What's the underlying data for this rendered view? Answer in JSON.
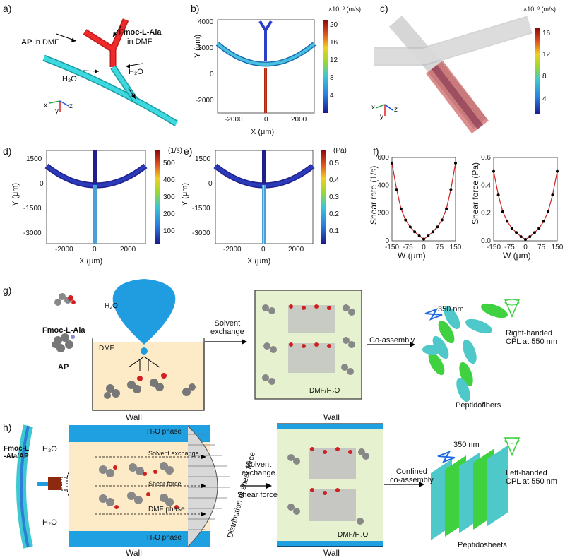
{
  "panels": {
    "a": {
      "label": "a)",
      "ap": "AP",
      "ap_suffix": " in DMF",
      "fmoc": "Fmoc-L-Ala",
      "fmoc_suffix": "in DMF",
      "h2o1": "H₂O",
      "h2o2": "H₂O",
      "ax_x": "x",
      "ax_y": "y",
      "ax_z": "z"
    },
    "b": {
      "label": "b)",
      "unit": "×10⁻³ (m/s)",
      "ylabel": "Y (μm)",
      "xlabel": "X (μm)",
      "yticks": [
        "4000",
        "2000",
        "0",
        "-2000"
      ],
      "xticks": [
        "-2000",
        "0",
        "2000"
      ],
      "cticks": [
        "20",
        "16",
        "12",
        "8",
        "4"
      ]
    },
    "c": {
      "label": "c)",
      "unit": "×10⁻³ (m/s)",
      "cticks": [
        "16",
        "12",
        "8",
        "4"
      ],
      "ax_x": "x",
      "ax_y": "y",
      "ax_z": "z"
    },
    "d": {
      "label": "d)",
      "unit": "(1/s)",
      "ylabel": "Y (μm)",
      "xlabel": "X (μm)",
      "yticks": [
        "1500",
        "0",
        "-1500",
        "-3000"
      ],
      "xticks": [
        "-2000",
        "0",
        "2000"
      ],
      "cticks": [
        "500",
        "400",
        "300",
        "200",
        "100"
      ]
    },
    "e": {
      "label": "e)",
      "unit": "(Pa)",
      "ylabel": "Y (μm)",
      "xlabel": "X (μm)",
      "yticks": [
        "1500",
        "0",
        "-1500",
        "-3000"
      ],
      "xticks": [
        "-2000",
        "0",
        "2000"
      ],
      "cticks": [
        "0.5",
        "0.4",
        "0.3",
        "0.2",
        "0.1"
      ]
    },
    "f": {
      "label": "f)",
      "xlabel": "W (μm)",
      "xticks": [
        "-150",
        "-75",
        "0",
        "75",
        "150"
      ]
    },
    "g": {
      "label": "g)",
      "h2o": "H₂O",
      "dmf": "DMF",
      "fmoc": "Fmoc-L-Ala",
      "ap": "AP",
      "arrow1": "Solvent\nexchange",
      "dmf_h2o": "DMF/H₂O",
      "arrow2": "Co-assembly",
      "nm350": "350 nm",
      "cpl": "Right-handed\nCPL at 550 nm",
      "product": "Peptidofibers"
    },
    "h": {
      "label": "h)",
      "fmoc": "Fmoc-L\n-Ala/AP",
      "h2o_top": "H₂O",
      "h2o_bot": "H₂O",
      "wall_top": "Wall",
      "wall_bot": "Wall",
      "h2o_phase1": "H₂O phase",
      "solvent_exchange": "Solvent exchange",
      "shear_force": "Shear force",
      "dmf_phase": "DMF phase",
      "h2o_phase2": "H₂O phase",
      "distribution": "Distribution of shear force",
      "arrow1": "Solvent\nexchange",
      "arrow1b": "Shear force",
      "wall2_top": "Wall",
      "wall2_bot": "Wall",
      "dmf_h2o": "DMF/H₂O",
      "arrow2": "Confined\nco-assembly",
      "nm350": "350 nm",
      "cpl": "Left-handed\nCPL at 550 nm",
      "product": "Peptidosheets"
    }
  },
  "chart_data": [
    {
      "type": "scatter",
      "ylabel": "Shear rate (1/s)",
      "xlabel": "W (μm)",
      "ylim": [
        0,
        600
      ],
      "xlim": [
        -150,
        150
      ],
      "yticks": [
        "600",
        "400",
        "200",
        "0"
      ],
      "x": [
        -150,
        -128,
        -107,
        -86,
        -64,
        -43,
        -21,
        0,
        21,
        43,
        64,
        86,
        107,
        128,
        150
      ],
      "y": [
        560,
        370,
        230,
        150,
        100,
        65,
        35,
        12,
        35,
        65,
        100,
        150,
        230,
        370,
        560
      ]
    },
    {
      "type": "scatter",
      "ylabel": "Shear force (Pa)",
      "xlabel": "W (μm)",
      "ylim": [
        0,
        0.6
      ],
      "xlim": [
        -150,
        150
      ],
      "yticks": [
        "0.6",
        "0.4",
        "0.2",
        "0.0"
      ],
      "x": [
        -150,
        -128,
        -107,
        -86,
        -64,
        -43,
        -21,
        0,
        21,
        43,
        64,
        86,
        107,
        128,
        150
      ],
      "y": [
        0.5,
        0.33,
        0.21,
        0.14,
        0.09,
        0.06,
        0.03,
        0.01,
        0.03,
        0.06,
        0.09,
        0.14,
        0.21,
        0.33,
        0.5
      ]
    }
  ],
  "colors": {
    "cyan": "#3ec8d0",
    "red": "#e02020",
    "blue": "#1f9de0",
    "sand": "#fdebc8",
    "green_bg": "#e6f2cf",
    "bright_green": "#3fd13f"
  }
}
